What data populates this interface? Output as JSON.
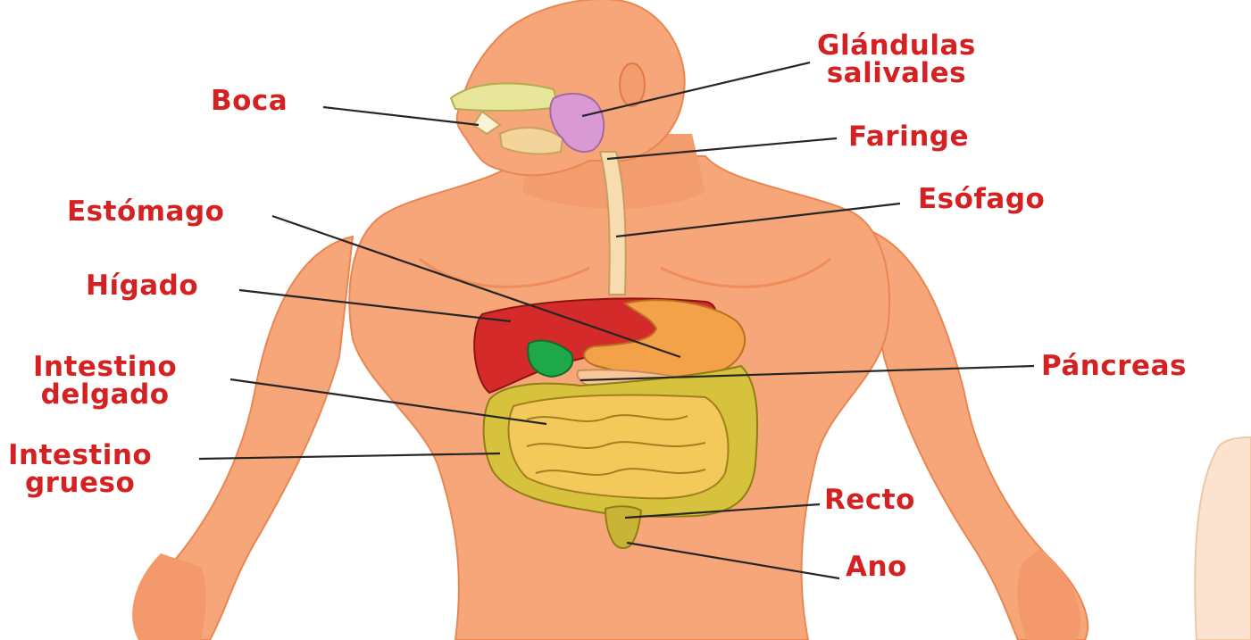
{
  "colors": {
    "label": "#d42222",
    "leader": "#262626",
    "skin": "#f7a679",
    "skin_shadow": "#ef8c5c",
    "skin_light": "#fbc09a",
    "liver": "#d42a2a",
    "gallbladder": "#1fa84a",
    "stomach": "#f3a24a",
    "intestine": "#d6c23d",
    "esophagus": "#f6dcae",
    "salivary": "#d99ad4"
  },
  "labels": {
    "glandulas_line1": "Glándulas",
    "glandulas_line2": "salivales",
    "boca": "Boca",
    "faringe": "Faringe",
    "estomago": "Estómago",
    "esofago": "Esófago",
    "higado": "Hígado",
    "intestino_delgado_line1": "Intestino",
    "intestino_delgado_line2": "delgado",
    "pancreas": "Páncreas",
    "intestino_grueso_line1": "Intestino",
    "intestino_grueso_line2": "grueso",
    "recto": "Recto",
    "ano": "Ano"
  }
}
